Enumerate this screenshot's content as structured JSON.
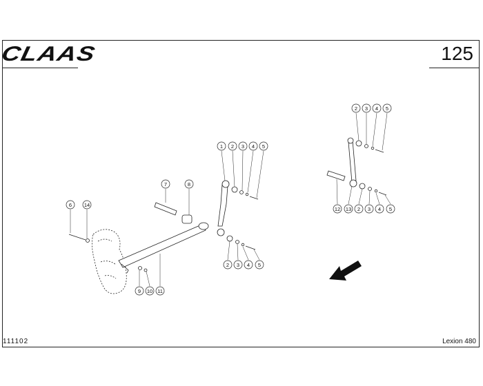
{
  "header": {
    "brand": "CLAAS",
    "page_number": "125"
  },
  "footer": {
    "document_id": "111102",
    "model": "Lexion 480"
  },
  "callouts": {
    "group_top_mid": [
      "1",
      "2",
      "3",
      "4",
      "5"
    ],
    "group_bottom_mid": [
      "2",
      "3",
      "4",
      "5"
    ],
    "group_top_right": [
      "2",
      "3",
      "4",
      "5"
    ],
    "group_bottom_right": [
      "12",
      "13",
      "2",
      "3",
      "4",
      "5"
    ],
    "left_parts": [
      "6",
      "14",
      "7",
      "8",
      "9",
      "10",
      "11"
    ]
  },
  "icons": {
    "direction": "arrow-down-left-icon"
  }
}
